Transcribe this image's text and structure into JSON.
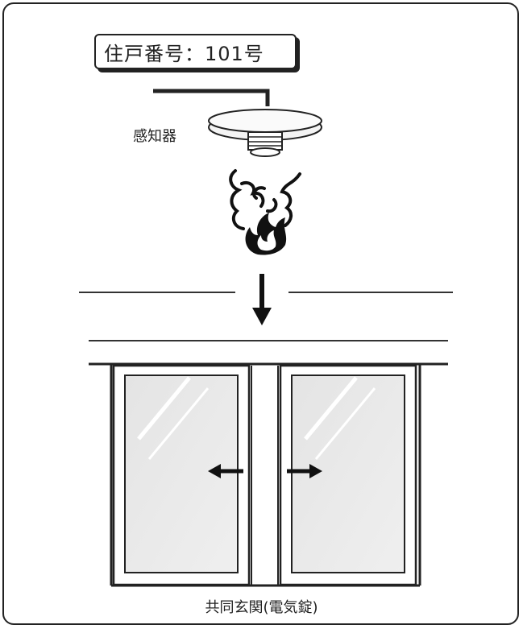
{
  "unit_label": "住戸番号：101号",
  "detector_label": "感知器",
  "caption": "共同玄関(電気錠)",
  "icons": [
    "smoke-detector-icon",
    "smoke-icon",
    "fire-icon",
    "down-arrow-icon",
    "left-arrow-icon",
    "right-arrow-icon"
  ]
}
